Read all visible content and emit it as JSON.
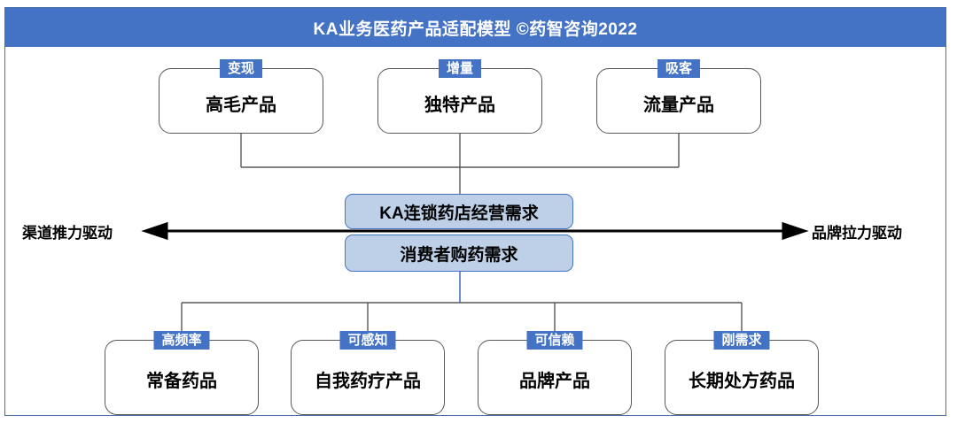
{
  "header": {
    "title": "KA业务医药产品适配模型 ©药智咨询2022",
    "background_color": "#4472C4",
    "text_color": "#FFFFFF"
  },
  "frame": {
    "border_color": "#4A6FA5"
  },
  "theme": {
    "badge_color": "#4472C4",
    "center_box_fill": "#BDD0E8",
    "center_box_border": "#4472C4",
    "node_border": "#595959",
    "connector_color": "#595959",
    "axis_color": "#000000"
  },
  "top_nodes": [
    {
      "badge": "变现",
      "label": "高毛产品"
    },
    {
      "badge": "增量",
      "label": "独特产品"
    },
    {
      "badge": "吸客",
      "label": "流量产品"
    }
  ],
  "center_nodes": [
    {
      "label": "KA连锁药店经营需求"
    },
    {
      "label": "消费者购药需求"
    }
  ],
  "axis": {
    "left_label": "渠道推力驱动",
    "right_label": "品牌拉力驱动"
  },
  "bottom_nodes": [
    {
      "badge": "高频率",
      "label": "常备药品"
    },
    {
      "badge": "可感知",
      "label": "自我药疗产品"
    },
    {
      "badge": "可信赖",
      "label": "品牌产品"
    },
    {
      "badge": "刚需求",
      "label": "长期处方药品"
    }
  ]
}
